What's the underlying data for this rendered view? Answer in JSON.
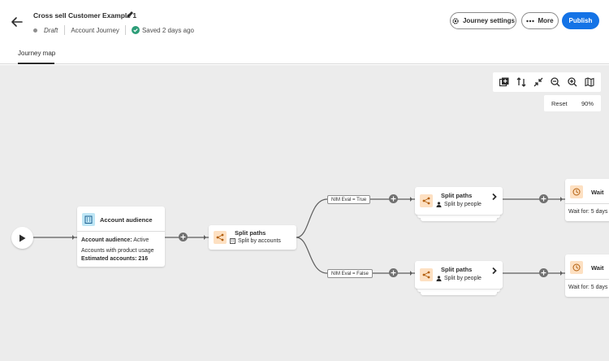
{
  "header": {
    "title": "Cross sell Customer Example 1",
    "status": "Draft",
    "journey_type": "Account Journey",
    "saved": "Saved 2 days ago"
  },
  "actions": {
    "settings_label": "Journey settings",
    "more_label": "More",
    "publish_label": "Publish"
  },
  "tabs": [
    {
      "label": "Journey map"
    }
  ],
  "canvas": {
    "zoom_reset": "Reset",
    "zoom_level": "90%"
  },
  "nodes": {
    "audience": {
      "title": "Account audience",
      "desc_label": "Account audience:",
      "desc_value": "Active Accounts with product usage",
      "estimated_label": "Estimated accounts:",
      "estimated_value": "216"
    },
    "split_main": {
      "title": "Split paths",
      "sub": "Split by accounts"
    },
    "split_top": {
      "title": "Split paths",
      "sub": "Split by people"
    },
    "split_bottom": {
      "title": "Split paths",
      "sub": "Split by people"
    },
    "wait_top": {
      "title": "Wait",
      "detail": "Wait for: 5 days"
    },
    "wait_bottom": {
      "title": "Wait",
      "detail": "Wait for: 5 days"
    }
  },
  "conditions": {
    "top": "NIM Eval = True",
    "bottom": "NIM Eval = False"
  },
  "colors": {
    "accent": "#1473e6",
    "canvas_bg": "#ececec",
    "audience_icon_bg": "#bfe6f5",
    "split_icon_bg": "#fde0c2",
    "saved_check": "#2d9d78"
  },
  "icons": [
    "back-arrow-icon",
    "pencil-icon",
    "check-circle-icon",
    "gear-icon",
    "ellipsis-icon",
    "add-node-icon",
    "swap-icon",
    "collapse-icon",
    "zoom-out-icon",
    "zoom-in-icon",
    "map-icon",
    "play-icon",
    "building-icon",
    "split-icon",
    "person-icon",
    "clock-icon",
    "chevron-right-icon",
    "plus-icon"
  ]
}
